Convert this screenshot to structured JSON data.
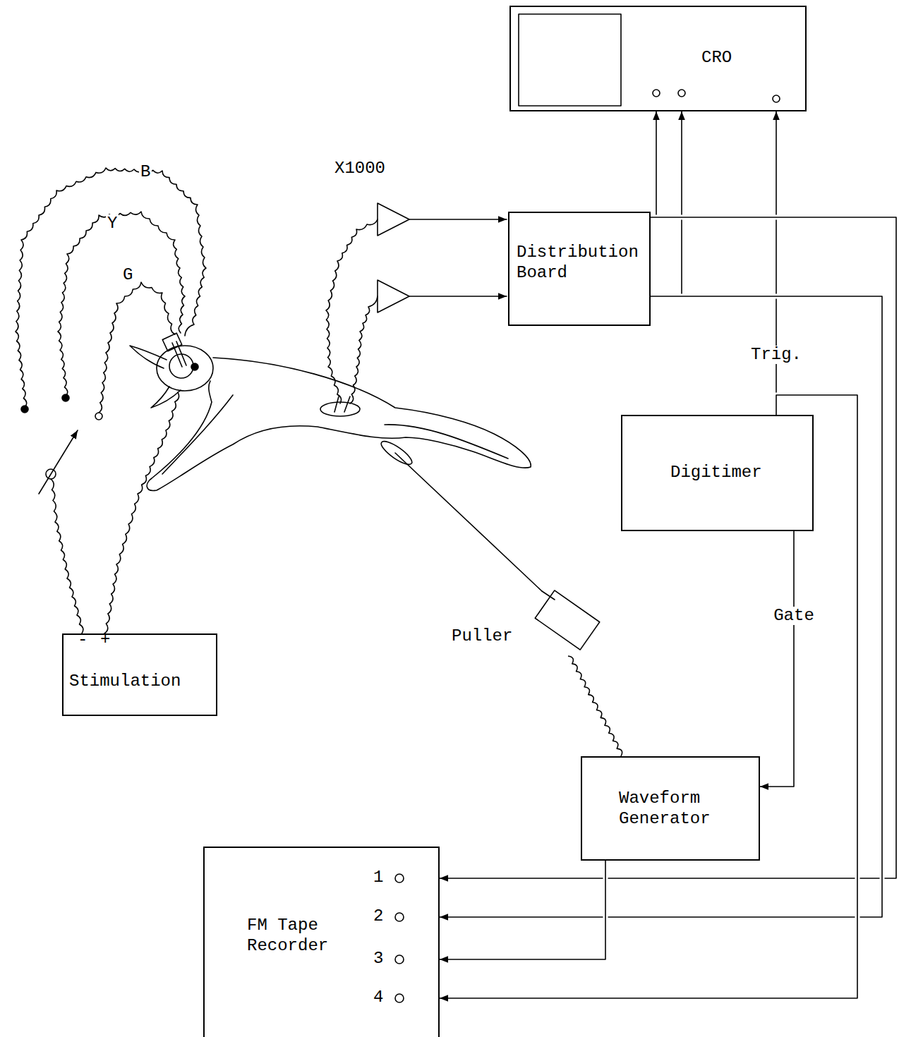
{
  "diagram": {
    "nodes": [
      {
        "text": [
          "CRO"
        ]
      },
      {
        "text": [
          "Distribution Board"
        ]
      },
      {
        "text": [
          "Digitimer"
        ]
      },
      {
        "text": [
          "Puller"
        ]
      },
      {
        "text": [
          "Stimulation"
        ]
      },
      {
        "text": [
          "Waveform Generator"
        ]
      },
      {
        "text": [
          "FM Tape Recorder"
        ]
      }
    ],
    "edges": [
      {
        "from": 1,
        "to": 0,
        "arrow": "to"
      },
      {
        "from": 1,
        "to": 0,
        "arrow": "to"
      },
      {
        "from": 2,
        "to": 0,
        "arrow": "to",
        "label": "Trig."
      },
      {
        "from": 2,
        "to": 5,
        "arrow": "to",
        "label": "Gate"
      },
      {
        "from": 1,
        "to": 6,
        "arrow": "to"
      },
      {
        "from": 1,
        "to": 6,
        "arrow": "to"
      },
      {
        "from": 5,
        "to": 6,
        "arrow": "to"
      },
      {
        "from": 2,
        "to": 6,
        "arrow": "to"
      },
      {
        "from": 5,
        "to": 3,
        "arrow": "none"
      }
    ],
    "labels": [
      "B",
      "Y",
      "G",
      "X1000",
      "-",
      "+",
      "1",
      "2",
      "3",
      "4"
    ]
  }
}
